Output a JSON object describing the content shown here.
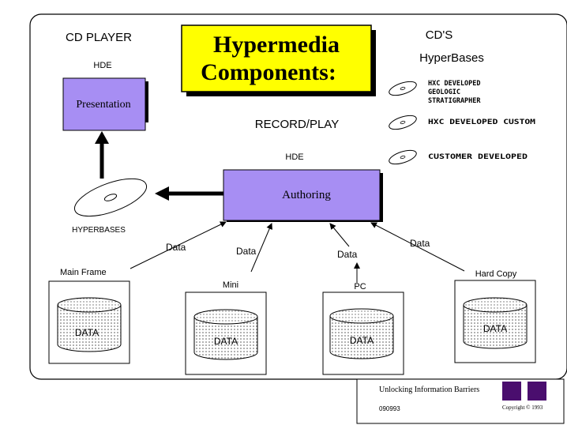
{
  "title": {
    "line1": "Hypermedia",
    "line2": "Components:"
  },
  "left_top": {
    "player": "CD PLAYER",
    "hde": "HDE"
  },
  "presentation": "Presentation",
  "record_play": "RECORD/PLAY",
  "hde_mid": "HDE",
  "authoring": "Authoring",
  "hyperbases_label": "HYPERBASES",
  "cds": {
    "title": "CD'S",
    "subtitle": "HyperBases",
    "items": [
      "HXC DEVELOPED",
      "GEOLOGIC",
      "STRATIGRAPHER",
      "HXC DEVELOPED CUSTOM",
      "CUSTOMER DEVELOPED"
    ]
  },
  "sources": [
    {
      "label": "Main Frame",
      "data_label": "DATA",
      "arrow_label": "Data"
    },
    {
      "label": "Mini",
      "data_label": "DATA",
      "arrow_label": "Data"
    },
    {
      "label": "PC",
      "data_label": "DATA",
      "arrow_label": "Data"
    },
    {
      "label": "Hard Copy",
      "data_label": "DATA",
      "arrow_label": "Data"
    }
  ],
  "footer": {
    "tagline": "Unlocking Information Barriers",
    "code": "090993",
    "copyright": "Copyright © 1993"
  },
  "colors": {
    "purple": "#a78ef3",
    "yellow": "#ffff00",
    "dark_purple": "#4a0e6e"
  }
}
